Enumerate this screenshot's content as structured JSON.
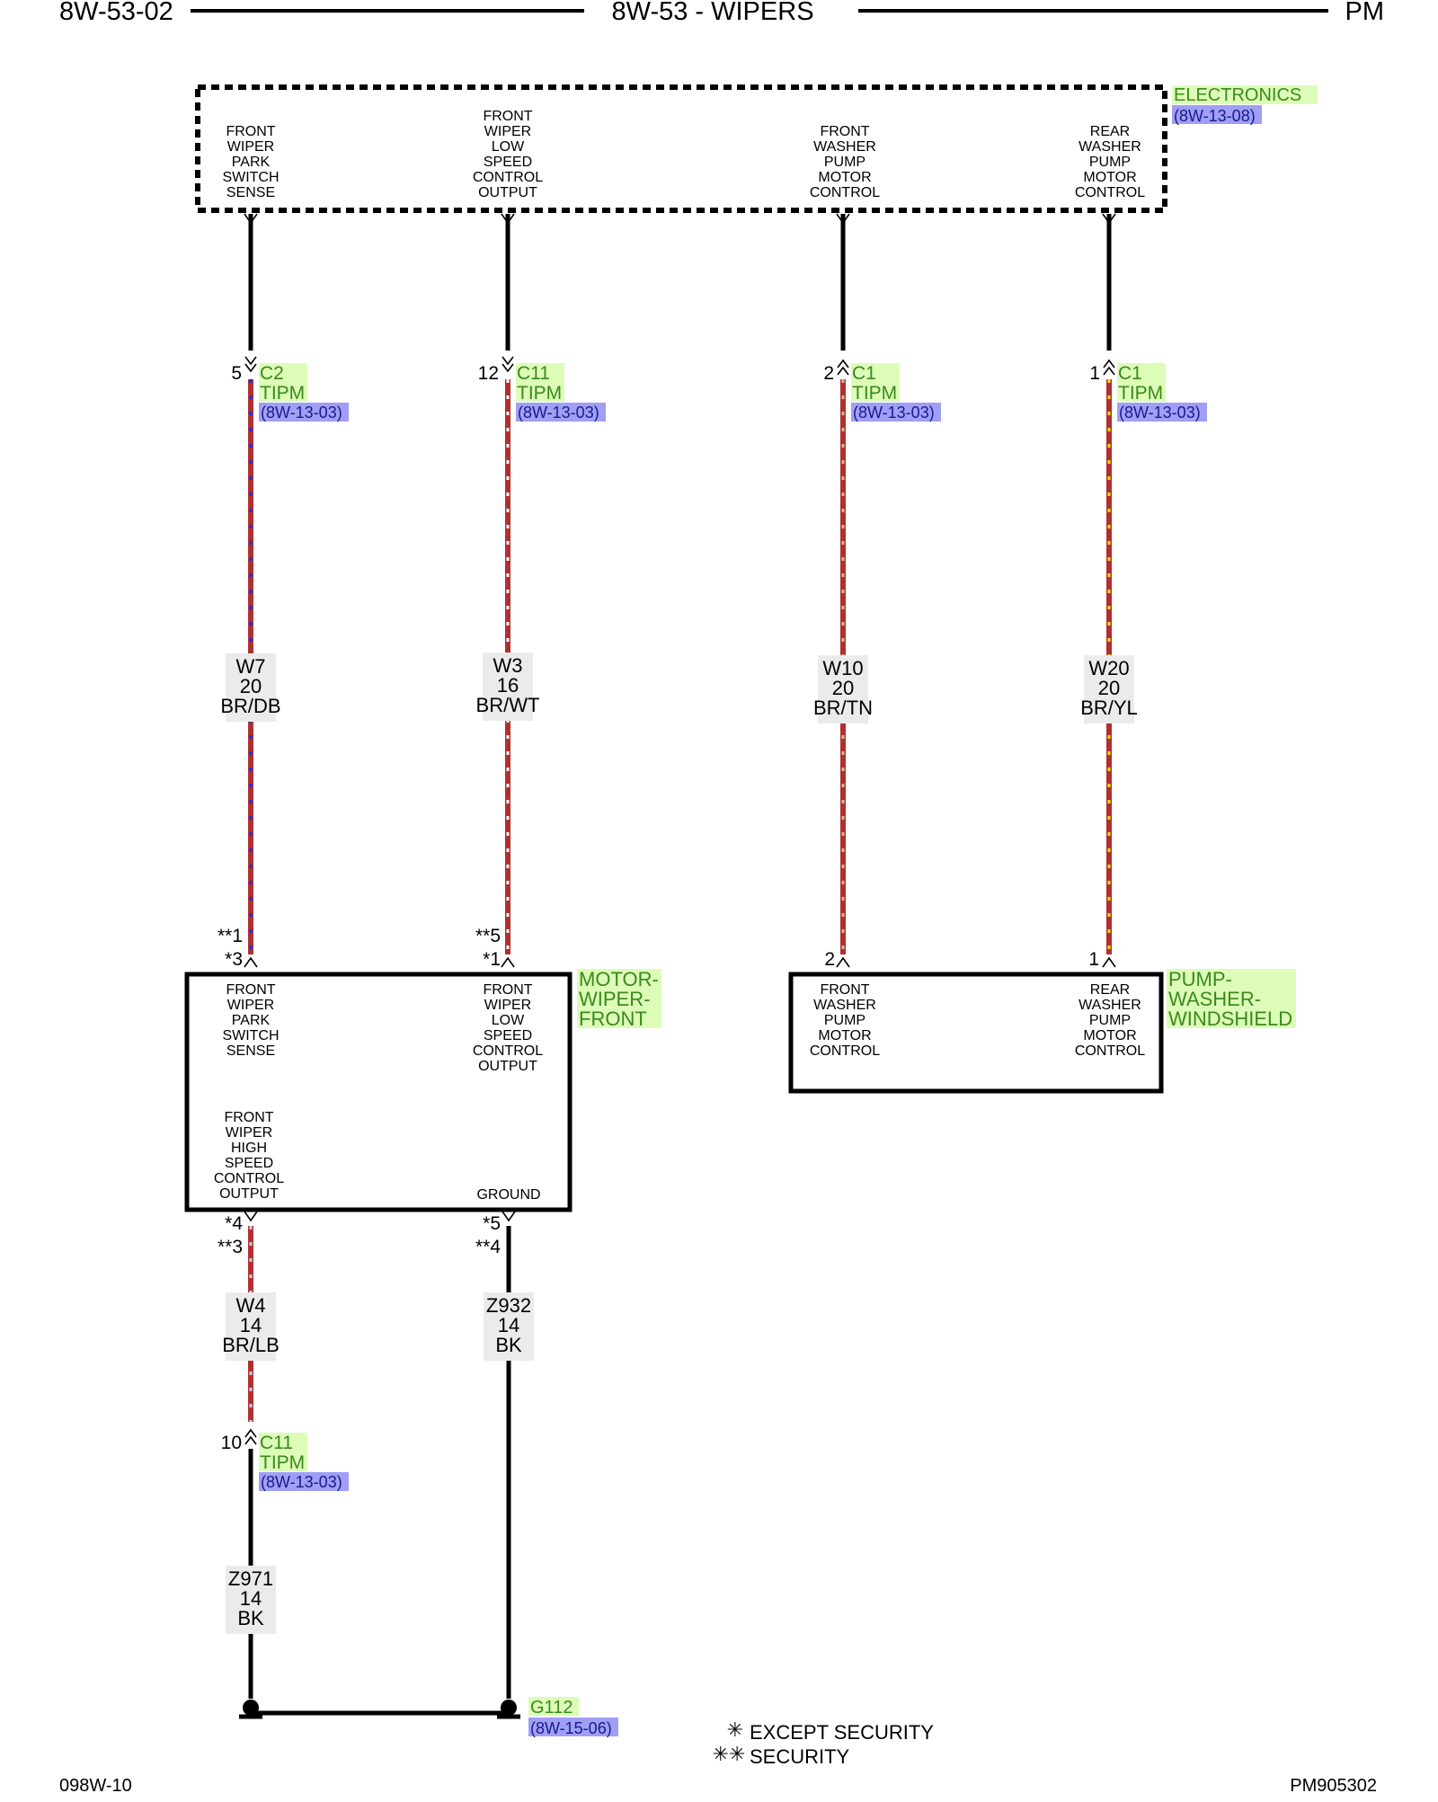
{
  "header": {
    "page_code": "8W-53-02",
    "section_title": "8W-53 - WIPERS",
    "model": "PM"
  },
  "footer": {
    "left_code": "098W-10",
    "right_code": "PM905302"
  },
  "legend": {
    "single_star": "EXCEPT SECURITY",
    "double_star": "SECURITY"
  },
  "modules": {
    "electronics": {
      "name": "ELECTRONICS",
      "ref": "(8W-13-08)",
      "pins": [
        [
          "FRONT",
          "WIPER",
          "PARK",
          "SWITCH",
          "SENSE"
        ],
        [
          "FRONT",
          "WIPER",
          "LOW",
          "SPEED",
          "CONTROL",
          "OUTPUT"
        ],
        [
          "FRONT",
          "WASHER",
          "PUMP",
          "MOTOR",
          "CONTROL"
        ],
        [
          "REAR",
          "WASHER",
          "PUMP",
          "MOTOR",
          "CONTROL"
        ]
      ]
    },
    "motor": {
      "name": [
        "MOTOR-",
        "WIPER-",
        "FRONT"
      ],
      "pins": [
        [
          "FRONT",
          "WIPER",
          "PARK",
          "SWITCH",
          "SENSE"
        ],
        [
          "FRONT",
          "WIPER",
          "LOW",
          "SPEED",
          "CONTROL",
          "OUTPUT"
        ],
        [
          "FRONT",
          "WIPER",
          "HIGH",
          "SPEED",
          "CONTROL",
          "OUTPUT"
        ],
        [
          "GROUND"
        ]
      ]
    },
    "pump": {
      "name": [
        "PUMP-",
        "WASHER-",
        "WINDSHIELD"
      ],
      "pins": [
        [
          "FRONT",
          "WASHER",
          "PUMP",
          "MOTOR",
          "CONTROL"
        ],
        [
          "REAR",
          "WASHER",
          "PUMP",
          "MOTOR",
          "CONTROL"
        ]
      ]
    }
  },
  "connectors": [
    {
      "pin": "5",
      "name": "C2",
      "module": "TIPM",
      "ref": "(8W-13-03)"
    },
    {
      "pin": "12",
      "name": "C11",
      "module": "TIPM",
      "ref": "(8W-13-03)"
    },
    {
      "pin": "2",
      "name": "C1",
      "module": "TIPM",
      "ref": "(8W-13-03)"
    },
    {
      "pin": "1",
      "name": "C1",
      "module": "TIPM",
      "ref": "(8W-13-03)"
    },
    {
      "pin": "10",
      "name": "C11",
      "module": "TIPM",
      "ref": "(8W-13-03)"
    }
  ],
  "wires": [
    {
      "circuit": "W7",
      "gauge": "20",
      "color": "BR/DB",
      "stripe": "#1530e8"
    },
    {
      "circuit": "W3",
      "gauge": "16",
      "color": "BR/WT",
      "stripe": "#ffffff"
    },
    {
      "circuit": "W10",
      "gauge": "20",
      "color": "BR/TN",
      "stripe": "#d8b49a"
    },
    {
      "circuit": "W20",
      "gauge": "20",
      "color": "BR/YL",
      "stripe": "#f5e20a"
    },
    {
      "circuit": "W4",
      "gauge": "14",
      "color": "BR/LB",
      "stripe": "#bcd4e8"
    },
    {
      "circuit": "Z932",
      "gauge": "14",
      "color": "BK",
      "stripe": ""
    },
    {
      "circuit": "Z971",
      "gauge": "14",
      "color": "BK",
      "stripe": ""
    }
  ],
  "pin_labels": {
    "motor_park": [
      "**1",
      "*3"
    ],
    "motor_low": [
      "**5",
      "*1"
    ],
    "pump_front": "2",
    "pump_rear": "1",
    "motor_high": [
      "*4",
      "**3"
    ],
    "motor_ground": [
      "*5",
      "**4"
    ]
  },
  "ground": {
    "name": "G112",
    "ref": "(8W-15-06)"
  },
  "colors": {
    "brown_base": "#b03030",
    "label_highlight": "#dcfcb8",
    "label_text": "#3a8a1a",
    "ref_highlight": "#9f9ff5",
    "ref_text": "#1a1a8c",
    "wire_label_bg": "#ebebeb"
  }
}
